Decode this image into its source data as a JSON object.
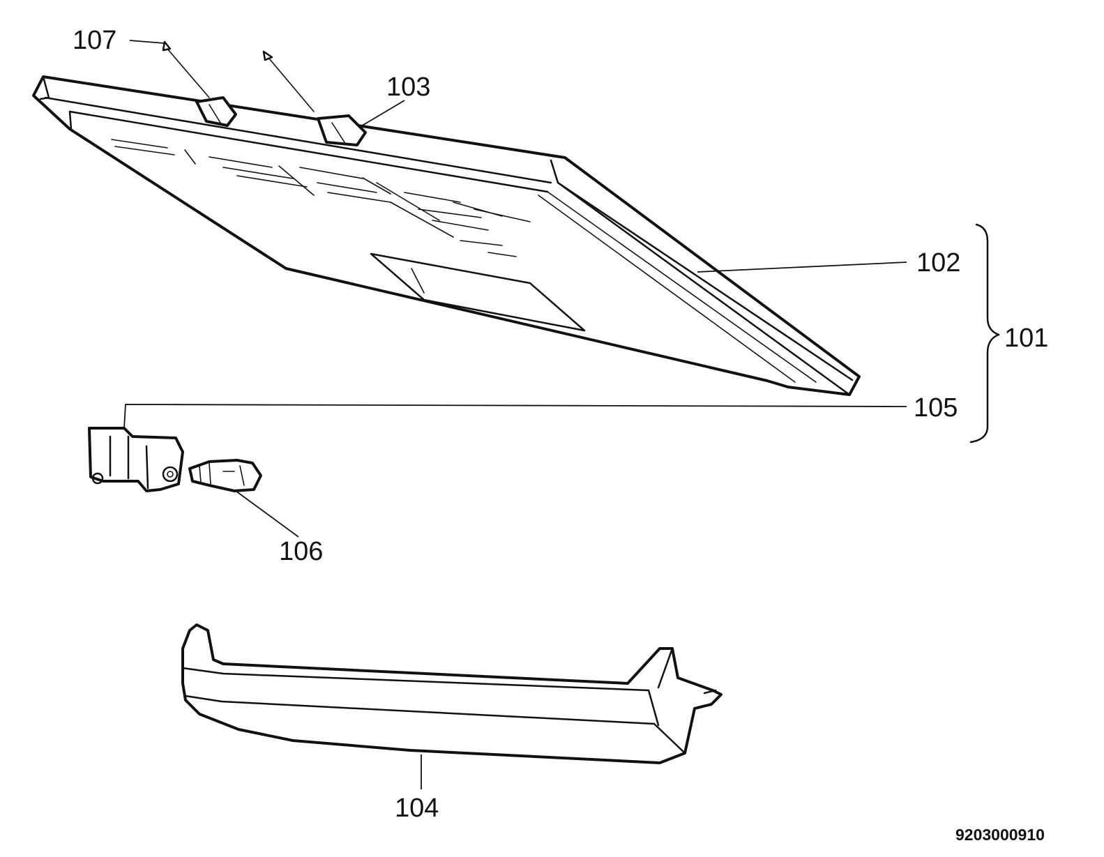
{
  "labels": {
    "l107": "107",
    "l103": "103",
    "l102": "102",
    "l101": "101",
    "l105": "105",
    "l106": "106",
    "l104": "104"
  },
  "reference_number": "9203000910"
}
